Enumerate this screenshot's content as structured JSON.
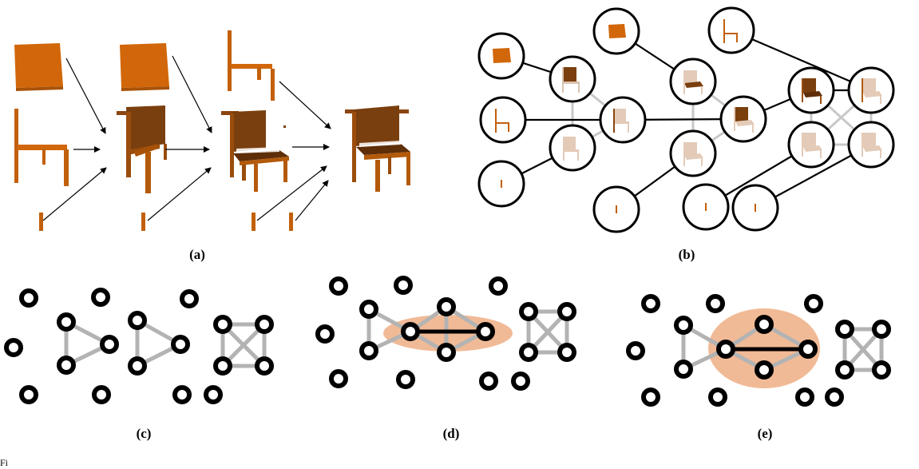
{
  "captions": {
    "a": "(a)",
    "b": "(b)",
    "c": "(c)",
    "d": "(d)",
    "e": "(e)"
  },
  "colors": {
    "part_orange": "#d1670a",
    "part_dark": "#a85208",
    "part_brown": "#7a3f0e",
    "ghost": "#e3cbb8",
    "node_ring": "#000000",
    "edge_black": "#000000",
    "edge_grey": "#b3b3b3",
    "highlight": "#efae84"
  },
  "stub_text": "Fi"
}
